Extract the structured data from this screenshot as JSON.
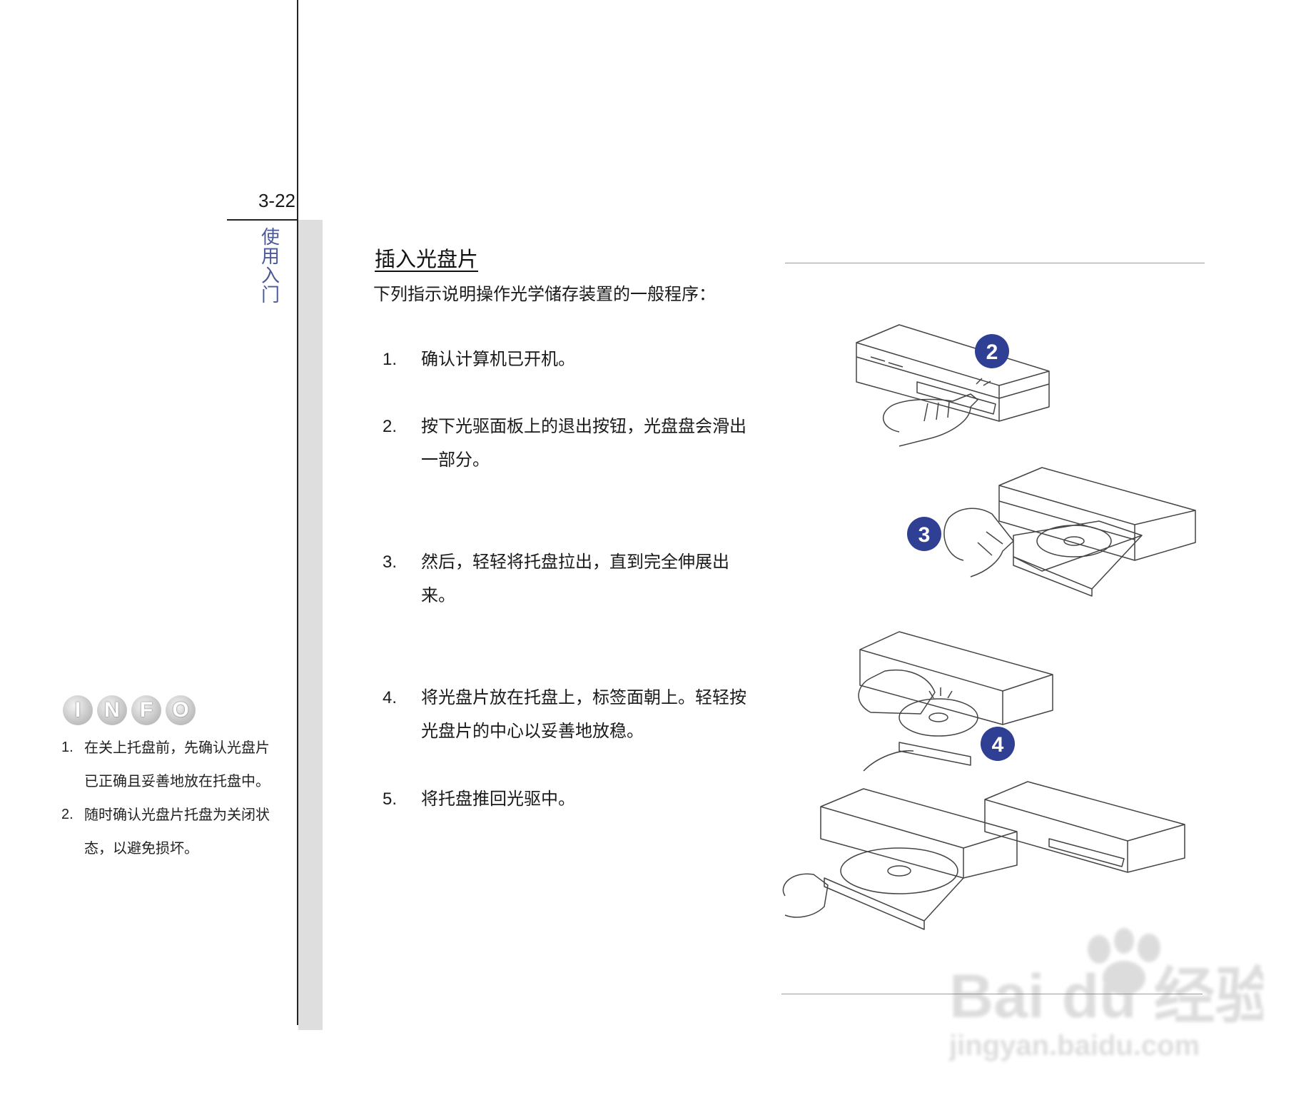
{
  "page": {
    "number": "3-22",
    "chapter_chars": [
      "使",
      "用",
      "入",
      "门"
    ]
  },
  "info": {
    "logo_letters": [
      "I",
      "N",
      "F",
      "O"
    ],
    "items": [
      {
        "num": "1.",
        "text": "在关上托盘前，先确认光盘片已正确且妥善地放在托盘中。"
      },
      {
        "num": "2.",
        "text": "随时确认光盘片托盘为关闭状态，以避免损坏。"
      }
    ]
  },
  "section": {
    "title": "插入光盘片",
    "intro": "下列指示说明操作光学储存装置的一般程序：",
    "steps": [
      {
        "num": "1.",
        "text": "确认计算机已开机。"
      },
      {
        "num": "2.",
        "text": "按下光驱面板上的退出按钮，光盘盘会滑出一部分。"
      },
      {
        "num": "3.",
        "text": "然后，轻轻将托盘拉出，直到完全伸展出来。"
      },
      {
        "num": "4.",
        "text": "将光盘片放在托盘上，标签面朝上。轻轻按光盘片的中心以妥善地放稳。"
      },
      {
        "num": "5.",
        "text": "将托盘推回光驱中。"
      }
    ]
  },
  "illustration": {
    "step_badges": [
      "2",
      "3",
      "4"
    ],
    "badge_color": "#2e3f94"
  },
  "watermark": {
    "brand": "Bai du 经验",
    "url": "jingyan.baidu.com"
  }
}
